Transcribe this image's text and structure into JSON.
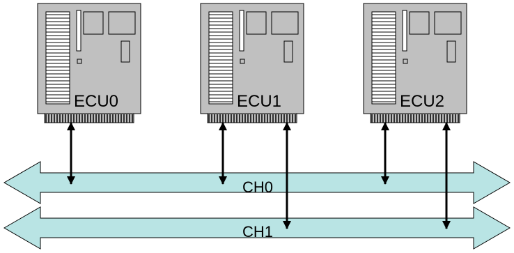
{
  "colors": {
    "ecu_fill": "#c0c0c0",
    "bus_fill": "#b9e4e4",
    "outline": "#000000",
    "arrow": "#000000"
  },
  "ecus": [
    {
      "label": "ECU0"
    },
    {
      "label": "ECU1"
    },
    {
      "label": "ECU2"
    }
  ],
  "buses": [
    {
      "label": "CH0"
    },
    {
      "label": "CH1"
    }
  ],
  "connections": [
    {
      "ecu": "ECU0",
      "bus": "CH0"
    },
    {
      "ecu": "ECU1",
      "bus": "CH0"
    },
    {
      "ecu": "ECU1",
      "bus": "CH1"
    },
    {
      "ecu": "ECU2",
      "bus": "CH0"
    },
    {
      "ecu": "ECU2",
      "bus": "CH1"
    }
  ]
}
